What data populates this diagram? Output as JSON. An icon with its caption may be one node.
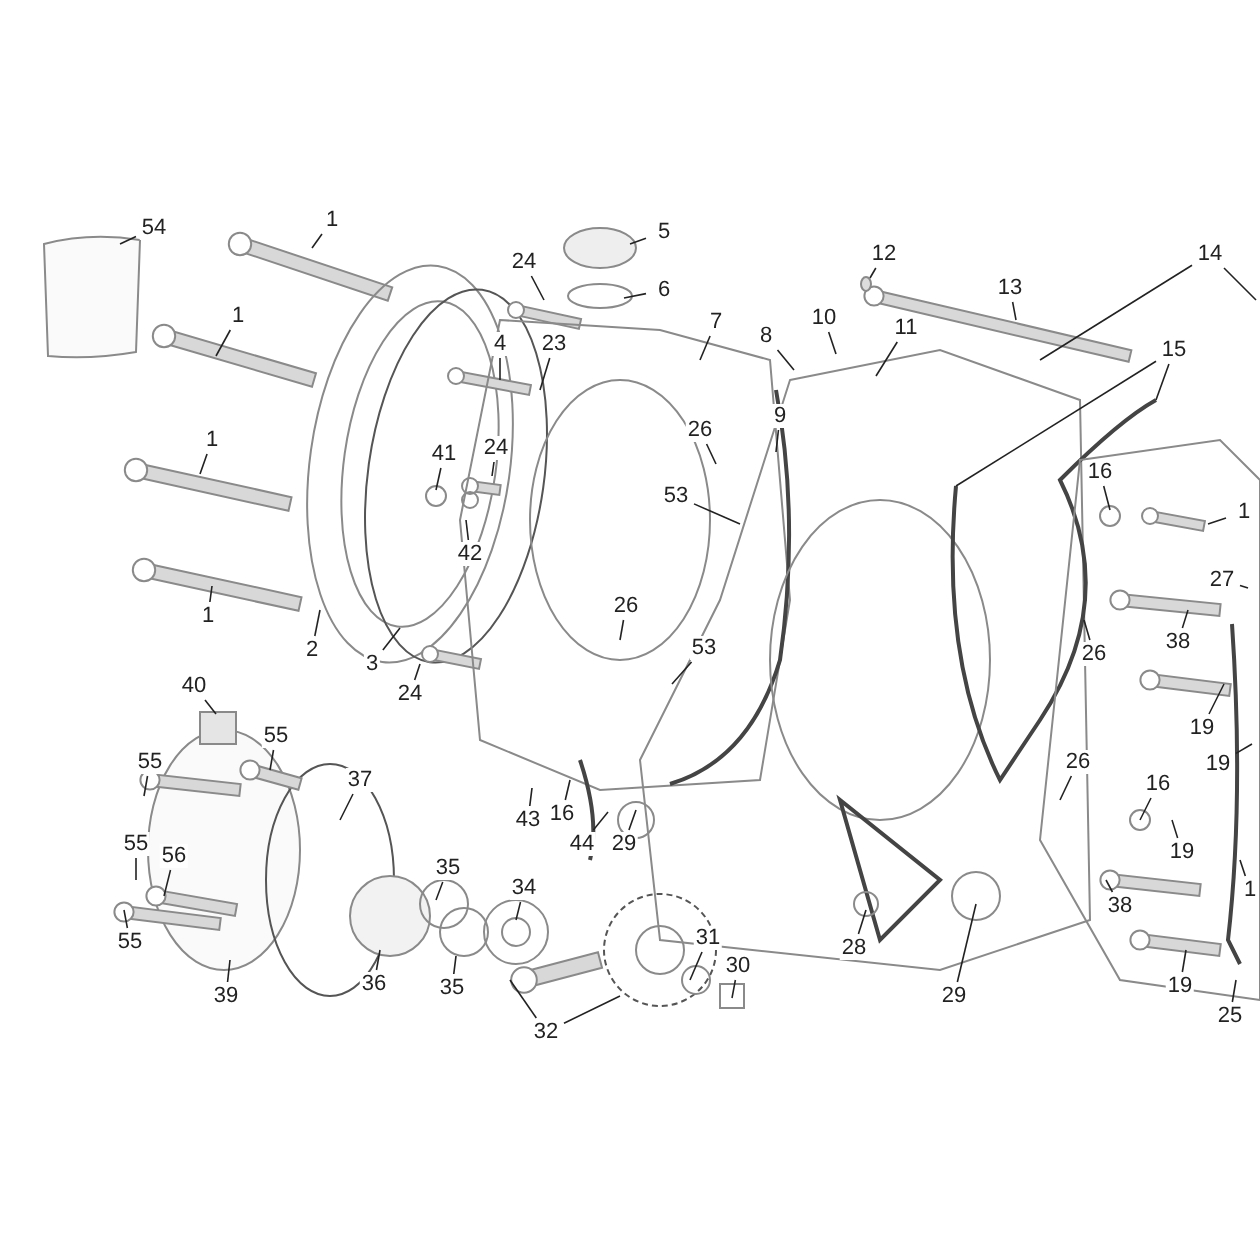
{
  "diagram": {
    "nodes": [
      {
        "text": [
          "54"
        ]
      },
      {
        "text": [
          "1"
        ]
      },
      {
        "text": [
          "5"
        ]
      },
      {
        "text": [
          "12"
        ]
      },
      {
        "text": [
          "14"
        ]
      },
      {
        "text": [
          "24"
        ]
      },
      {
        "text": [
          "13"
        ]
      },
      {
        "text": [
          "6"
        ]
      },
      {
        "text": [
          "1"
        ]
      },
      {
        "text": [
          "10"
        ]
      },
      {
        "text": [
          "7"
        ]
      },
      {
        "text": [
          "11"
        ]
      },
      {
        "text": [
          "8"
        ]
      },
      {
        "text": [
          "4"
        ]
      },
      {
        "text": [
          "23"
        ]
      },
      {
        "text": [
          "15"
        ]
      },
      {
        "text": [
          "9"
        ]
      },
      {
        "text": [
          "26"
        ]
      },
      {
        "text": [
          "1"
        ]
      },
      {
        "text": [
          "24"
        ]
      },
      {
        "text": [
          "41"
        ]
      },
      {
        "text": [
          "16"
        ]
      },
      {
        "text": [
          "53"
        ]
      },
      {
        "text": [
          "1"
        ]
      },
      {
        "text": [
          "42"
        ]
      },
      {
        "text": [
          "27"
        ]
      },
      {
        "text": [
          "26"
        ]
      },
      {
        "text": [
          "1"
        ]
      },
      {
        "text": [
          "38"
        ]
      },
      {
        "text": [
          "2"
        ]
      },
      {
        "text": [
          "53"
        ]
      },
      {
        "text": [
          "26"
        ]
      },
      {
        "text": [
          "3"
        ]
      },
      {
        "text": [
          "40"
        ]
      },
      {
        "text": [
          "24"
        ]
      },
      {
        "text": [
          "19"
        ]
      },
      {
        "text": [
          "55"
        ]
      },
      {
        "text": [
          "55"
        ]
      },
      {
        "text": [
          "26"
        ]
      },
      {
        "text": [
          "19"
        ]
      },
      {
        "text": [
          "37"
        ]
      },
      {
        "text": [
          "16"
        ]
      },
      {
        "text": [
          "16"
        ]
      },
      {
        "text": [
          "43"
        ]
      },
      {
        "text": [
          "55"
        ]
      },
      {
        "text": [
          "44"
        ]
      },
      {
        "text": [
          "29"
        ]
      },
      {
        "text": [
          "19"
        ]
      },
      {
        "text": [
          "56"
        ]
      },
      {
        "text": [
          "35"
        ]
      },
      {
        "text": [
          "34"
        ]
      },
      {
        "text": [
          "1"
        ]
      },
      {
        "text": [
          "38"
        ]
      },
      {
        "text": [
          "31"
        ]
      },
      {
        "text": [
          "55"
        ]
      },
      {
        "text": [
          "28"
        ]
      },
      {
        "text": [
          "30"
        ]
      },
      {
        "text": [
          "36"
        ]
      },
      {
        "text": [
          "19"
        ]
      },
      {
        "text": [
          "35"
        ]
      },
      {
        "text": [
          "29"
        ]
      },
      {
        "text": [
          "39"
        ]
      },
      {
        "text": [
          "25"
        ]
      },
      {
        "text": [
          "32"
        ]
      }
    ],
    "edges": [
      {
        "from": 0,
        "to": null,
        "arrow": "none"
      },
      {
        "from": 1,
        "to": null,
        "arrow": "none"
      },
      {
        "from": 2,
        "to": null,
        "arrow": "none"
      },
      {
        "from": 3,
        "to": null,
        "arrow": "none"
      },
      {
        "from": 4,
        "to": null,
        "arrow": "none"
      },
      {
        "from": 4,
        "to": null,
        "arrow": "none"
      },
      {
        "from": 5,
        "to": null,
        "arrow": "none"
      },
      {
        "from": 6,
        "to": null,
        "arrow": "none"
      },
      {
        "from": 7,
        "to": null,
        "arrow": "none"
      },
      {
        "from": 8,
        "to": null,
        "arrow": "none"
      },
      {
        "from": 9,
        "to": null,
        "arrow": "none"
      },
      {
        "from": 10,
        "to": null,
        "arrow": "none"
      },
      {
        "from": 11,
        "to": null,
        "arrow": "none"
      },
      {
        "from": 12,
        "to": null,
        "arrow": "none"
      },
      {
        "from": 13,
        "to": null,
        "arrow": "none"
      },
      {
        "from": 14,
        "to": null,
        "arrow": "none"
      },
      {
        "from": 15,
        "to": null,
        "arrow": "none"
      },
      {
        "from": 15,
        "to": null,
        "arrow": "none"
      },
      {
        "from": 16,
        "to": null,
        "arrow": "none"
      },
      {
        "from": 17,
        "to": null,
        "arrow": "none"
      },
      {
        "from": 18,
        "to": null,
        "arrow": "none"
      },
      {
        "from": 19,
        "to": null,
        "arrow": "none"
      },
      {
        "from": 20,
        "to": null,
        "arrow": "none"
      },
      {
        "from": 21,
        "to": null,
        "arrow": "none"
      },
      {
        "from": 22,
        "to": null,
        "arrow": "none"
      },
      {
        "from": 23,
        "to": null,
        "arrow": "none"
      },
      {
        "from": 24,
        "to": null,
        "arrow": "none"
      },
      {
        "from": 25,
        "to": null,
        "arrow": "none"
      },
      {
        "from": 26,
        "to": null,
        "arrow": "none"
      },
      {
        "from": 27,
        "to": null,
        "arrow": "none"
      },
      {
        "from": 28,
        "to": null,
        "arrow": "none"
      },
      {
        "from": 29,
        "to": null,
        "arrow": "none"
      },
      {
        "from": 30,
        "to": null,
        "arrow": "none"
      },
      {
        "from": 31,
        "to": null,
        "arrow": "none"
      },
      {
        "from": 32,
        "to": null,
        "arrow": "none"
      },
      {
        "from": 33,
        "to": null,
        "arrow": "none"
      },
      {
        "from": 34,
        "to": null,
        "arrow": "none"
      },
      {
        "from": 35,
        "to": null,
        "arrow": "none"
      },
      {
        "from": 36,
        "to": null,
        "arrow": "none"
      },
      {
        "from": 37,
        "to": null,
        "arrow": "none"
      },
      {
        "from": 38,
        "to": null,
        "arrow": "none"
      },
      {
        "from": 39,
        "to": null,
        "arrow": "none"
      },
      {
        "from": 40,
        "to": null,
        "arrow": "none"
      },
      {
        "from": 41,
        "to": null,
        "arrow": "none"
      },
      {
        "from": 42,
        "to": null,
        "arrow": "none"
      },
      {
        "from": 43,
        "to": null,
        "arrow": "none"
      },
      {
        "from": 44,
        "to": null,
        "arrow": "none"
      },
      {
        "from": 45,
        "to": null,
        "arrow": "none"
      },
      {
        "from": 46,
        "to": null,
        "arrow": "none"
      },
      {
        "from": 47,
        "to": null,
        "arrow": "none"
      },
      {
        "from": 48,
        "to": null,
        "arrow": "none"
      },
      {
        "from": 49,
        "to": null,
        "arrow": "none"
      },
      {
        "from": 50,
        "to": null,
        "arrow": "none"
      },
      {
        "from": 51,
        "to": null,
        "arrow": "none"
      },
      {
        "from": 52,
        "to": null,
        "arrow": "none"
      },
      {
        "from": 53,
        "to": null,
        "arrow": "none"
      },
      {
        "from": 54,
        "to": null,
        "arrow": "none"
      },
      {
        "from": 55,
        "to": null,
        "arrow": "none"
      },
      {
        "from": 56,
        "to": null,
        "arrow": "none"
      },
      {
        "from": 57,
        "to": null,
        "arrow": "none"
      },
      {
        "from": 58,
        "to": null,
        "arrow": "none"
      },
      {
        "from": 59,
        "to": null,
        "arrow": "none"
      },
      {
        "from": 60,
        "to": null,
        "arrow": "none"
      },
      {
        "from": 61,
        "to": null,
        "arrow": "none"
      },
      {
        "from": 62,
        "to": null,
        "arrow": "none"
      },
      {
        "from": 63,
        "to": null,
        "arrow": "none"
      },
      {
        "from": 63,
        "to": null,
        "arrow": "none"
      }
    ]
  }
}
